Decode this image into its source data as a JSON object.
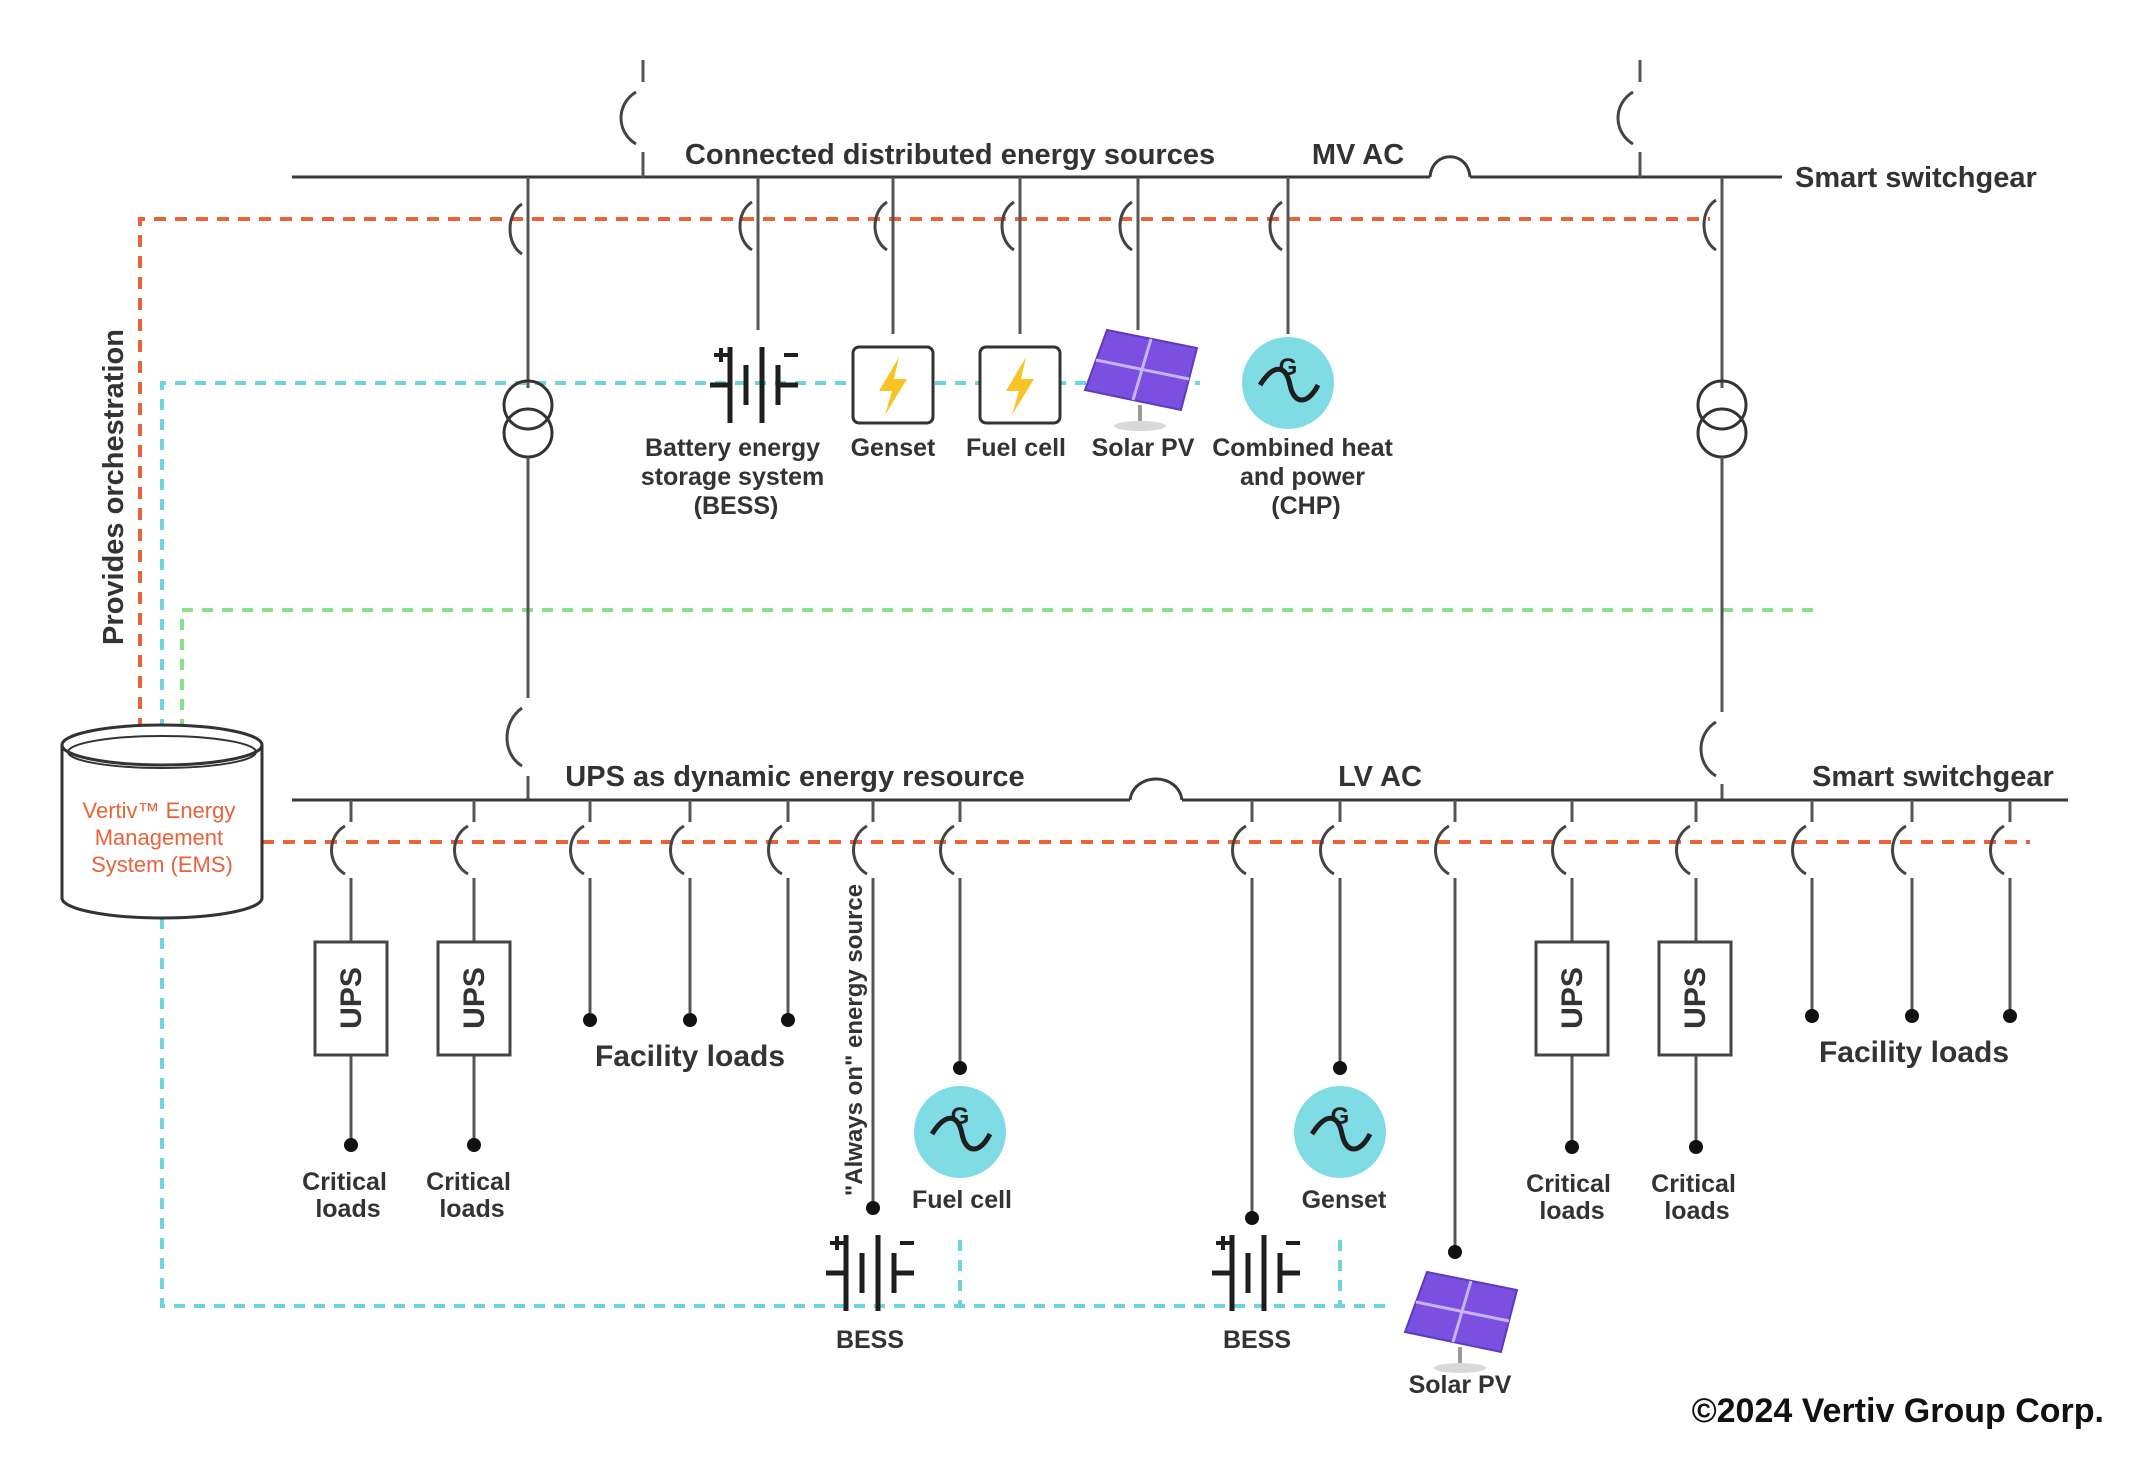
{
  "mv": {
    "title": "Connected distributed energy sources",
    "bus_label": "MV AC",
    "switchgear": "Smart switchgear",
    "sources": [
      {
        "id": "bess",
        "lines": [
          "Battery energy",
          "storage system",
          "(BESS)"
        ],
        "icon": "battery-icon"
      },
      {
        "id": "genset",
        "lines": [
          "Genset"
        ],
        "icon": "lightning-bolt-icon"
      },
      {
        "id": "fuel-cell",
        "lines": [
          "Fuel cell"
        ],
        "icon": "lightning-bolt-icon"
      },
      {
        "id": "solar-pv",
        "lines": [
          "Solar PV"
        ],
        "icon": "solar-panel-icon"
      },
      {
        "id": "chp",
        "lines": [
          "Combined heat",
          "and power",
          "(CHP)"
        ],
        "icon": "generator-icon"
      }
    ]
  },
  "lv": {
    "title": "UPS as dynamic energy resource",
    "bus_label": "LV AC",
    "switchgear": "Smart switchgear",
    "ups_label": "UPS",
    "critical_loads": [
      "Critical",
      "loads"
    ],
    "facility_loads": "Facility loads",
    "always_on": "\"Always on\" energy source",
    "fuel_cell": "Fuel cell",
    "genset": "Genset",
    "bess": "BESS",
    "solar_pv": "Solar PV"
  },
  "ems": {
    "lines": [
      "Vertiv™ Energy",
      "Management",
      "System (EMS)"
    ]
  },
  "orchestration_label": "Provides orchestration",
  "copyright": "©2024 Vertiv Group Corp.",
  "colors": {
    "ems_link": "#e8623a",
    "mv_monitor": "#6fd3dc",
    "lv_monitor": "#88e08a",
    "icon_bolt": "#f7c325",
    "icon_generator": "#7fdce4",
    "solar_panel": "#7b4fe0"
  }
}
